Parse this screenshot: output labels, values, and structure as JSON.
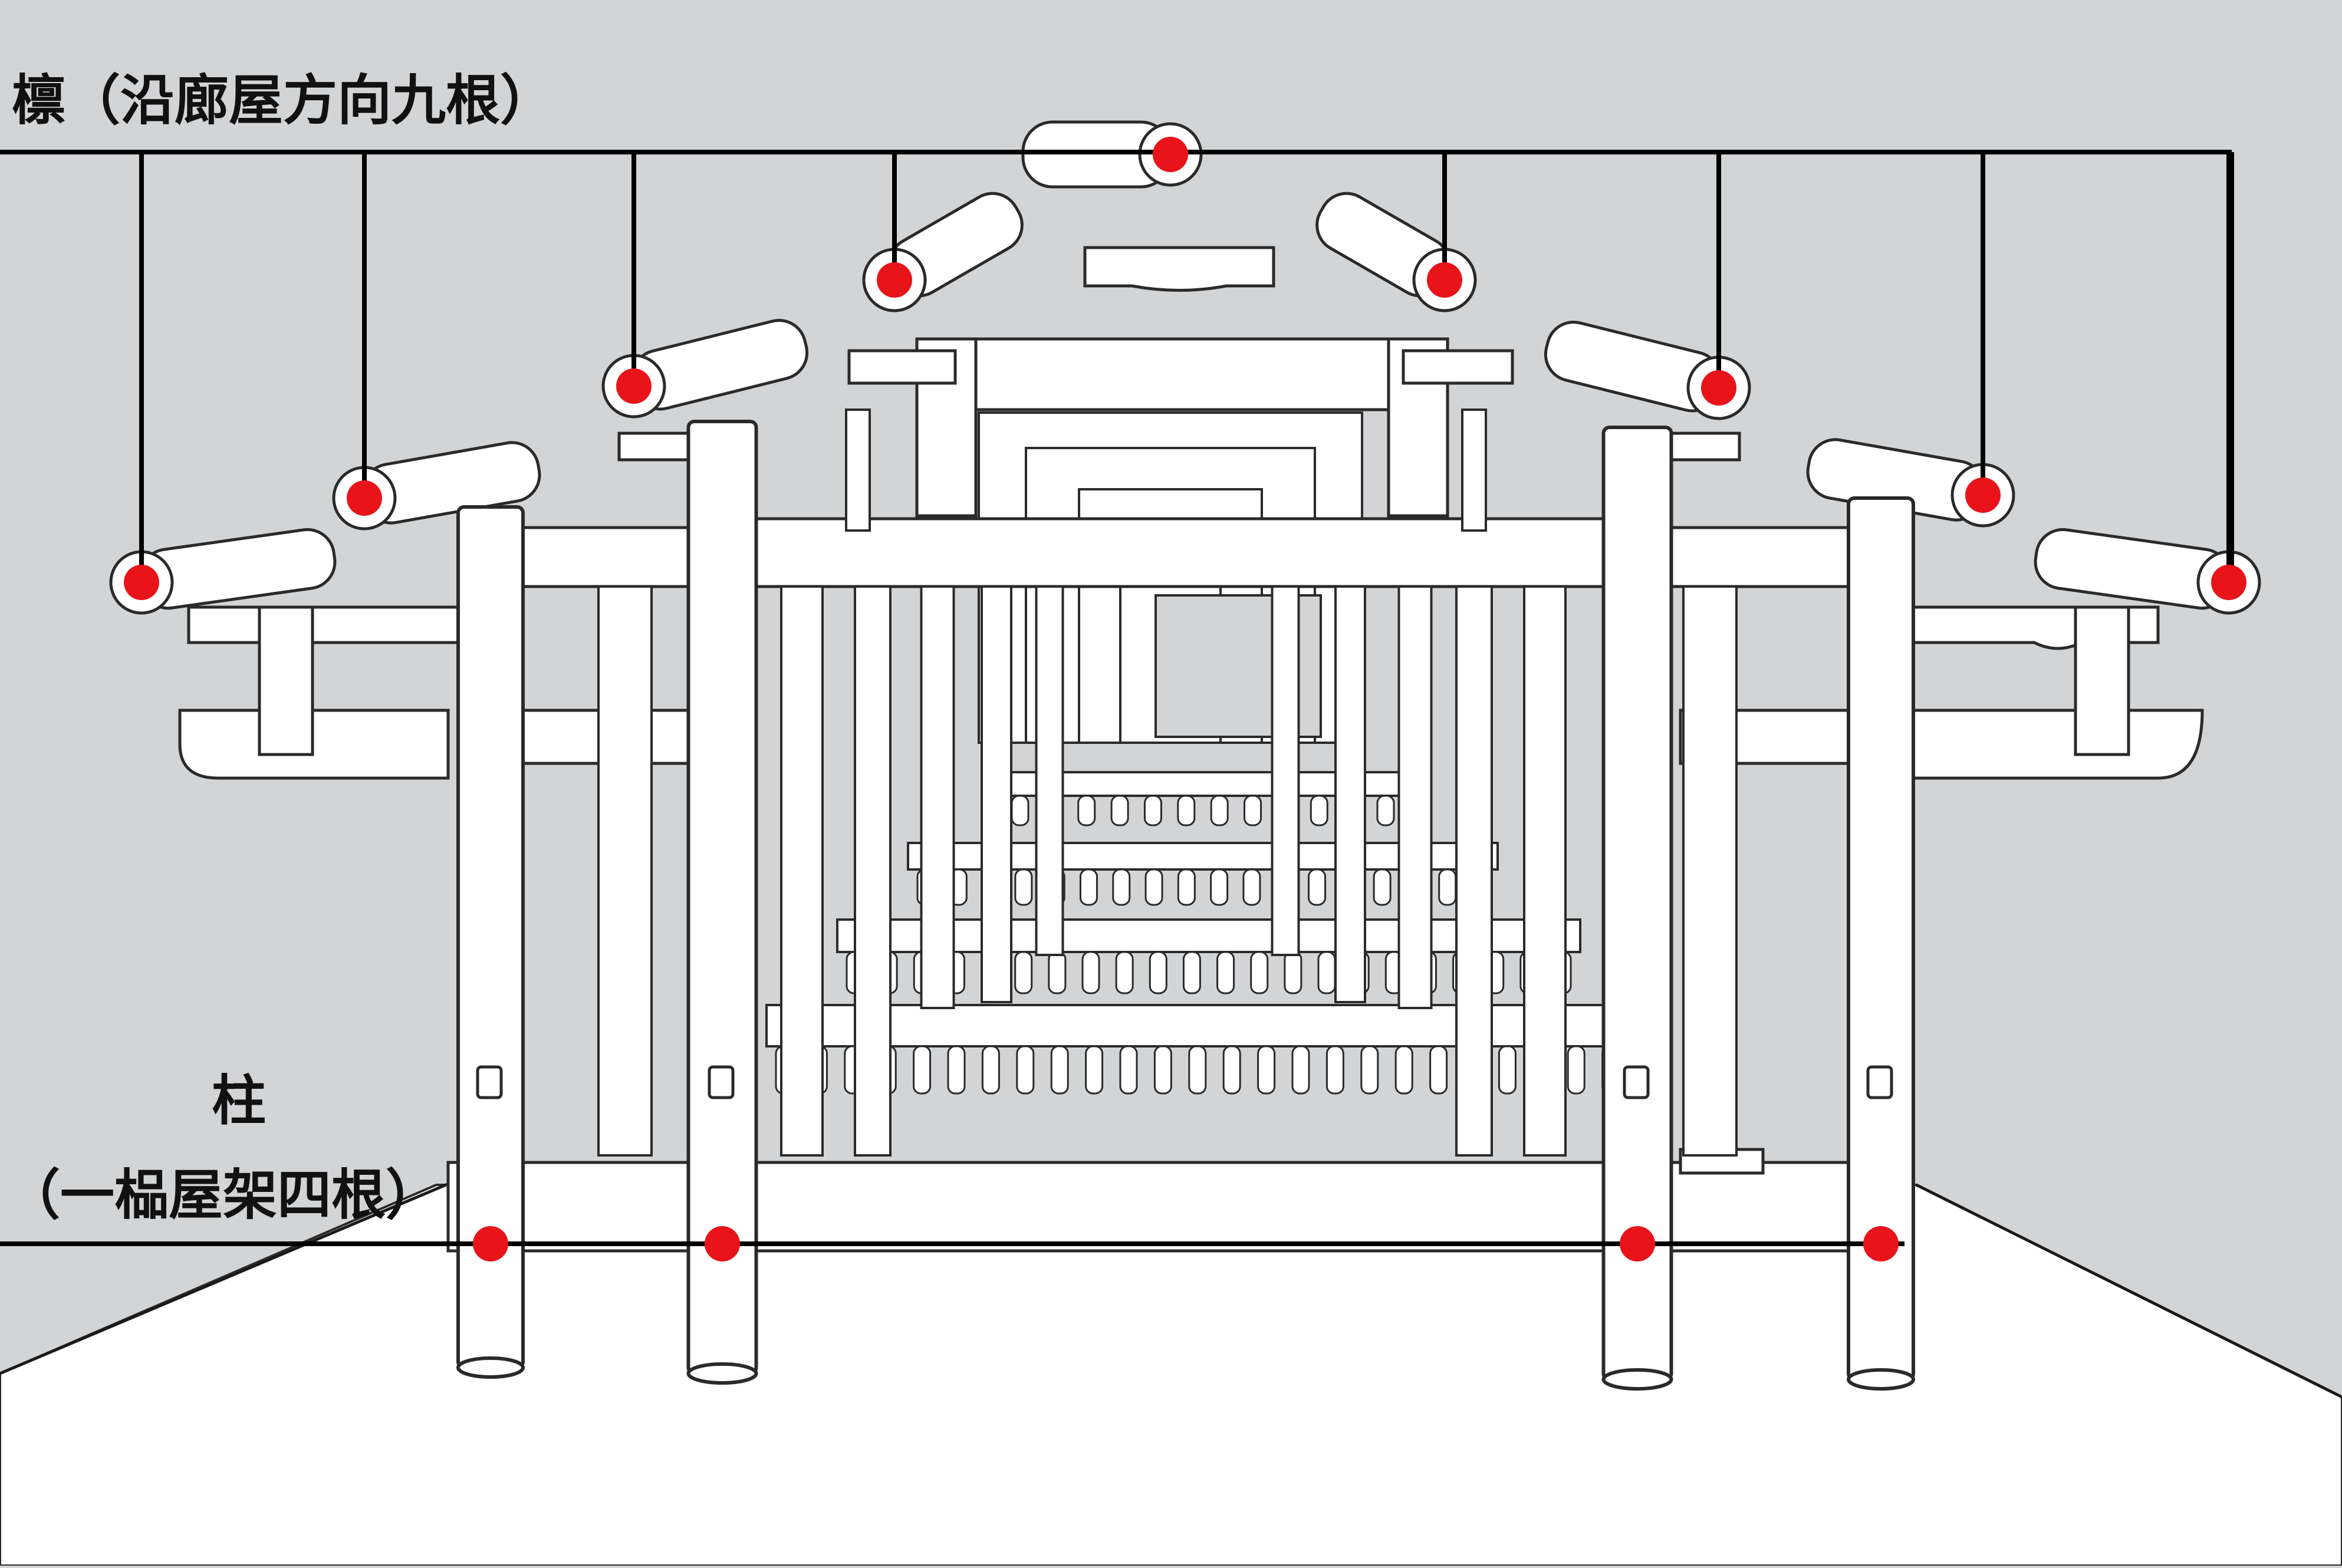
{
  "annotations": {
    "purlin": {
      "label": "檩（沿廊屋方向九根）",
      "count": 9
    },
    "column": {
      "label": "柱",
      "sublabel": "（一榀屋架四根）",
      "count": 4
    }
  },
  "colors": {
    "background": "#d2d4d6",
    "floor": "#ffffff",
    "structure_fill": "#ffffff",
    "structure_stroke": "#2a2a2a",
    "marker": "#e8141a",
    "leader": "#000000"
  }
}
